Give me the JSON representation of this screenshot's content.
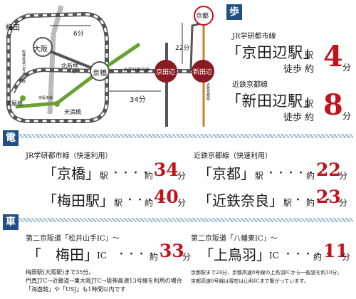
{
  "map": {
    "labels": {
      "umeda": "梅田",
      "osaka": "大阪",
      "hanshin_line": "阪神高速11号池田線",
      "kitashinchi": "北新地",
      "kyobashi": "京橋",
      "jr_line": "JR学研都市線",
      "kyotanabe": "京田辺",
      "shintanabe": "新田辺",
      "kyoto": "京都",
      "kintetsu_line": "近鉄京都線",
      "yodoyabashi": "淀屋橋",
      "keihan_line": "京阪本線",
      "temmabashi": "天満橋",
      "min6": "6分",
      "min22": "22分",
      "min34": "34分"
    }
  },
  "walk": {
    "badge": "歩",
    "line1": "JR学研都市線",
    "station1": "「京田辺駅」",
    "eki": "駅",
    "desc": "徒歩 約",
    "num1": "4",
    "fun": "分",
    "line2": "近鉄京都線",
    "station2": "「新田辺駅」",
    "num2": "8"
  },
  "train": {
    "badge": "電",
    "left_title": "JR学研都市線（快速利用）",
    "right_title": "近鉄京都線（快速利用）",
    "rows": [
      {
        "name": "「京橋」",
        "eki": "駅",
        "dots": "・・・・・",
        "yaku": "約",
        "num": "34",
        "fun": "分"
      },
      {
        "name": "「梅田駅」",
        "eki": "駅",
        "dots": "・・・・",
        "yaku": "約",
        "num": "40",
        "fun": "分"
      },
      {
        "name": "「京都」",
        "eki": "駅",
        "dots": "・・・・・・",
        "yaku": "約",
        "num": "22",
        "fun": "分"
      },
      {
        "name": "「近鉄奈良」",
        "eki": "駅",
        "dots": "・・・・",
        "yaku": "約",
        "num": "23",
        "fun": "分"
      }
    ]
  },
  "car": {
    "badge": "車",
    "left_title": "第二京阪道「松井山手IC」～",
    "right_title": "第二京阪道「八幡東IC」～",
    "left": {
      "name": "「　梅田」",
      "ic": "IC",
      "dots": "・・・・・",
      "yaku": "約",
      "num": "33",
      "fun": "分"
    },
    "right": {
      "name": "「上鳥羽」",
      "ic": "IC",
      "dots": "・・・・・",
      "yaku": "約",
      "num": "11",
      "fun": "分"
    },
    "left_note": [
      "梅田駅(大阪駅)まで35分。",
      "門真JTC→近畿道→東大阪JTC→阪神高速13号線を利用の場合",
      "「海遊館」や「USJ」も1時間以内です"
    ],
    "right_note": [
      "京都駅まで24分、京都高速8号線の上鳥羽ICから一般道を約10分。",
      "京都高速8号線は現在は山科ICまで繋がっています。"
    ]
  }
}
